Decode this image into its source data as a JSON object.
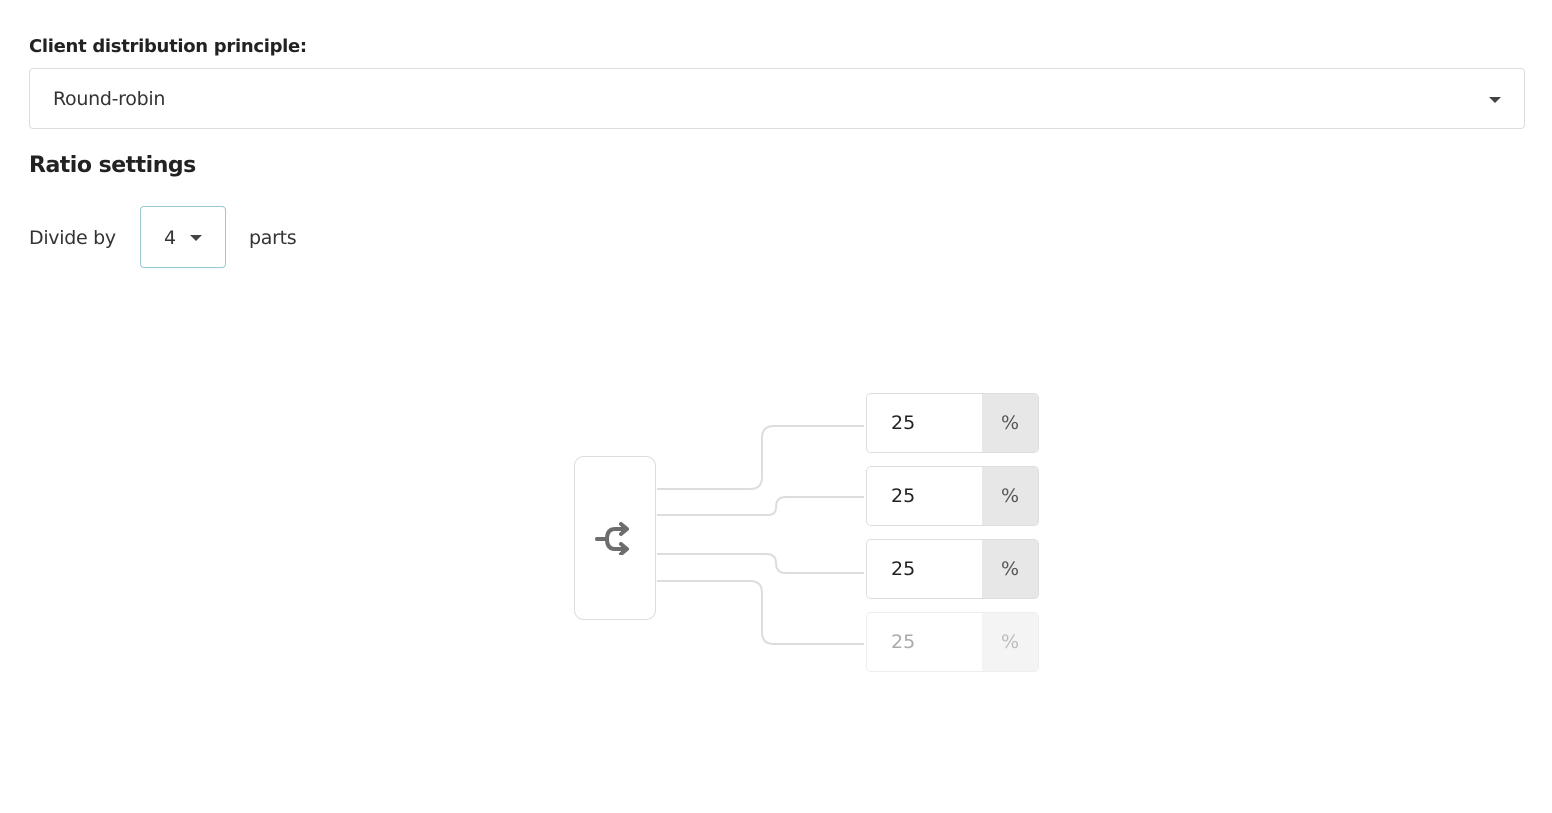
{
  "distribution": {
    "label": "Client distribution principle:",
    "selected": "Round-robin"
  },
  "ratio_settings": {
    "title": "Ratio settings",
    "divide_prefix": "Divide by",
    "parts_count": "4",
    "divide_suffix": "parts",
    "hub_icon": "split-arrows-icon",
    "parts": [
      {
        "value": "25",
        "suffix": "%",
        "disabled": false
      },
      {
        "value": "25",
        "suffix": "%",
        "disabled": false
      },
      {
        "value": "25",
        "suffix": "%",
        "disabled": false
      },
      {
        "value": "25",
        "suffix": "%",
        "disabled": true
      }
    ]
  }
}
